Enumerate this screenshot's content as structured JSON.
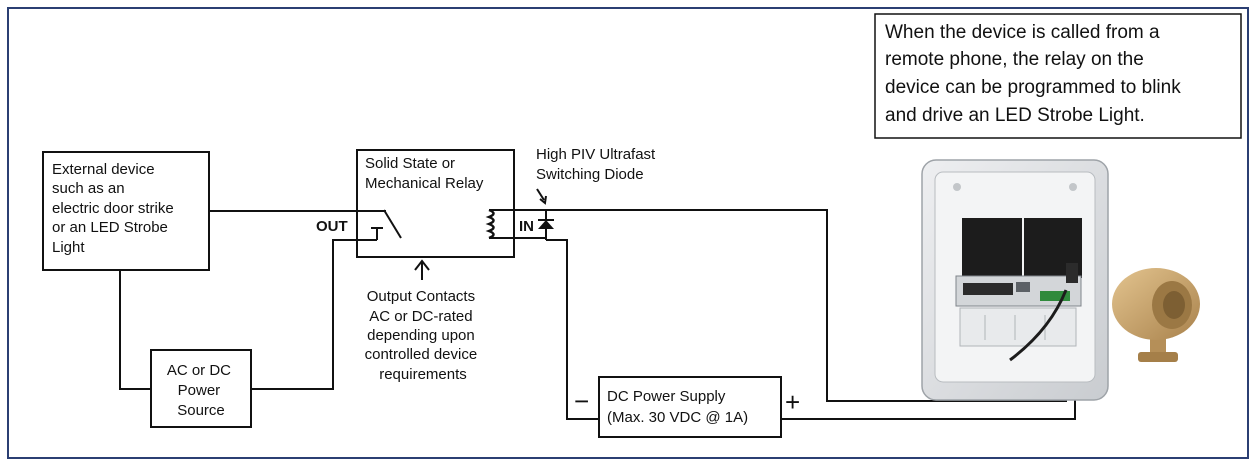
{
  "note": {
    "lines": [
      "When the device is called from a",
      "remote phone, the relay on the",
      "device can be programmed to blink",
      "and drive an LED Strobe Light."
    ]
  },
  "external_device": {
    "lines": [
      "External device",
      "such as an",
      "electric door strike",
      "or an LED Strobe",
      "Light"
    ]
  },
  "relay": {
    "lines": [
      "Solid State or",
      "Mechanical Relay"
    ],
    "out_label": "OUT",
    "in_label": "IN"
  },
  "diode": {
    "lines": [
      "High PIV Ultrafast",
      "Switching Diode"
    ]
  },
  "output_contacts": {
    "lines": [
      "Output Contacts",
      "AC or DC-rated",
      "depending upon",
      "controlled device",
      "requirements"
    ]
  },
  "power_source": {
    "lines": [
      "AC or DC",
      "Power",
      "Source"
    ]
  },
  "dc_supply": {
    "lines": [
      "DC Power Supply",
      "(Max. 30 VDC @ 1A)"
    ],
    "minus": "−",
    "plus": "+"
  },
  "colors": {
    "frame": "#2b3f73",
    "device_body": "#e4e6e8",
    "panel": "#1c1c1c",
    "speaker": "#c9a46e"
  }
}
